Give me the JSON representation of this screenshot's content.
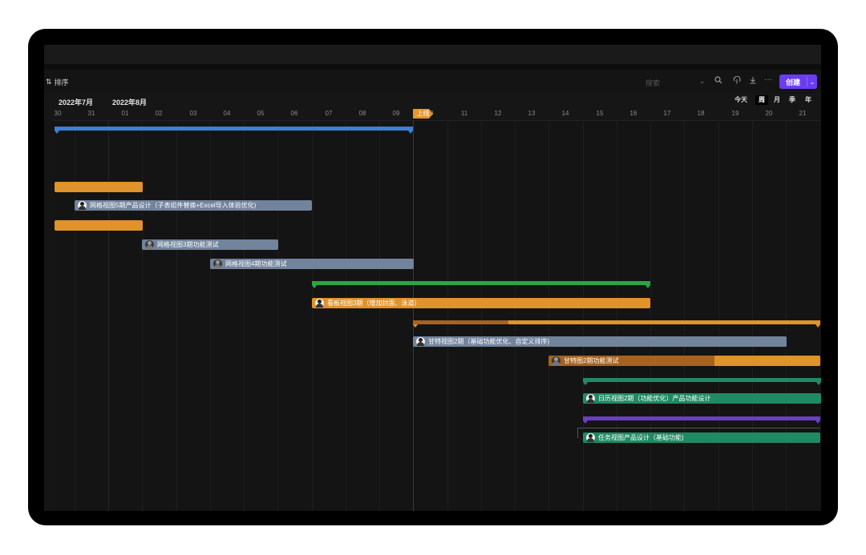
{
  "toolbar": {
    "sort_label": "排序",
    "search_placeholder": "搜索",
    "create_label": "创建"
  },
  "timeline": {
    "months": [
      "2022年7月",
      "2022年8月"
    ],
    "days": [
      "30",
      "31",
      "01",
      "02",
      "03",
      "04",
      "05",
      "06",
      "07",
      "08",
      "09",
      "10",
      "11",
      "12",
      "13",
      "14",
      "15",
      "16",
      "17",
      "18",
      "19",
      "20",
      "21"
    ],
    "milestone_label": "上线",
    "zoom": {
      "today": "今天",
      "week": "周",
      "month": "月",
      "quarter": "季",
      "year": "年",
      "active": "周"
    }
  },
  "tasks": [
    {
      "label": "网格视图5期产品设计（子表组件替换+Excel导入体验优化)",
      "color": "#72839c"
    },
    {
      "label": "网格视图3期功能测试",
      "color": "#72839c"
    },
    {
      "label": "网格视图4期功能测试",
      "color": "#72839c"
    },
    {
      "label": "看板视图3期（增加封面、泳道）",
      "color": "#e0922b"
    },
    {
      "label": "甘特视图2期（基础功能优化、自定义排序)",
      "color": "#72839c"
    },
    {
      "label": "甘特图2期功能测试",
      "color": "#e0922b"
    },
    {
      "label": "日历视图2期（功能优化）产品功能设计",
      "color": "#1f8a63"
    },
    {
      "label": "任务视图产品设计（基础功能)",
      "color": "#1f8a63"
    }
  ],
  "colors": {
    "accent": "#6a3df0",
    "summary_blue": "#3d7fd6",
    "summary_green": "#28a745",
    "summary_orange": "#e0922b",
    "summary_purple": "#6a3fc2",
    "teal": "#1f8a63"
  }
}
